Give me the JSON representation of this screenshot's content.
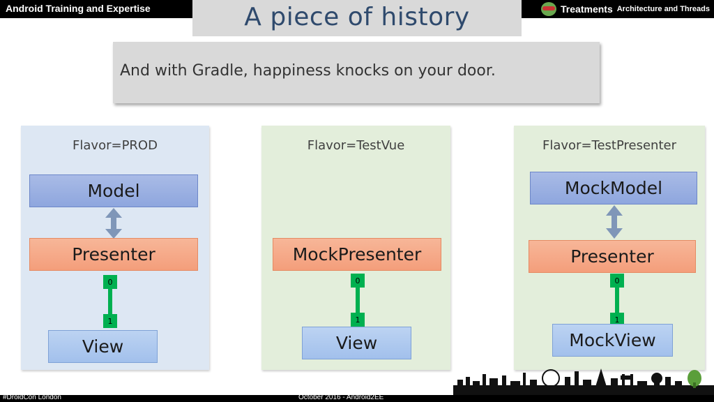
{
  "header": {
    "left_title": "Android Training and Expertise",
    "brand": "Treatments",
    "brand_sub": "Architecture and Threads",
    "logo_icon": "turtle-logo-icon"
  },
  "slide": {
    "title": "A piece of history",
    "callout": "And with Gradle, happiness knocks on your door."
  },
  "panels": [
    {
      "title": "Flavor=PROD",
      "top_box": "Model",
      "middle_box": "Presenter",
      "bottom_box": "View",
      "link_labels": [
        "0",
        "1"
      ]
    },
    {
      "title": "Flavor=TestVue",
      "middle_box": "MockPresenter",
      "bottom_box": "View",
      "link_labels": [
        "0",
        "1"
      ]
    },
    {
      "title": "Flavor=TestPresenter",
      "top_box": "MockModel",
      "middle_box": "Presenter",
      "bottom_box": "MockView",
      "link_labels": [
        "0",
        "1"
      ]
    }
  ],
  "footer": {
    "left": "#DroidCon London",
    "center": "October 2016 - Android2EE"
  },
  "colors": {
    "model_box": "#8ea6de",
    "presenter_box": "#f49e7b",
    "view_box": "#a2c0ec",
    "link": "#00b050",
    "arrow": "#7f96b8"
  }
}
